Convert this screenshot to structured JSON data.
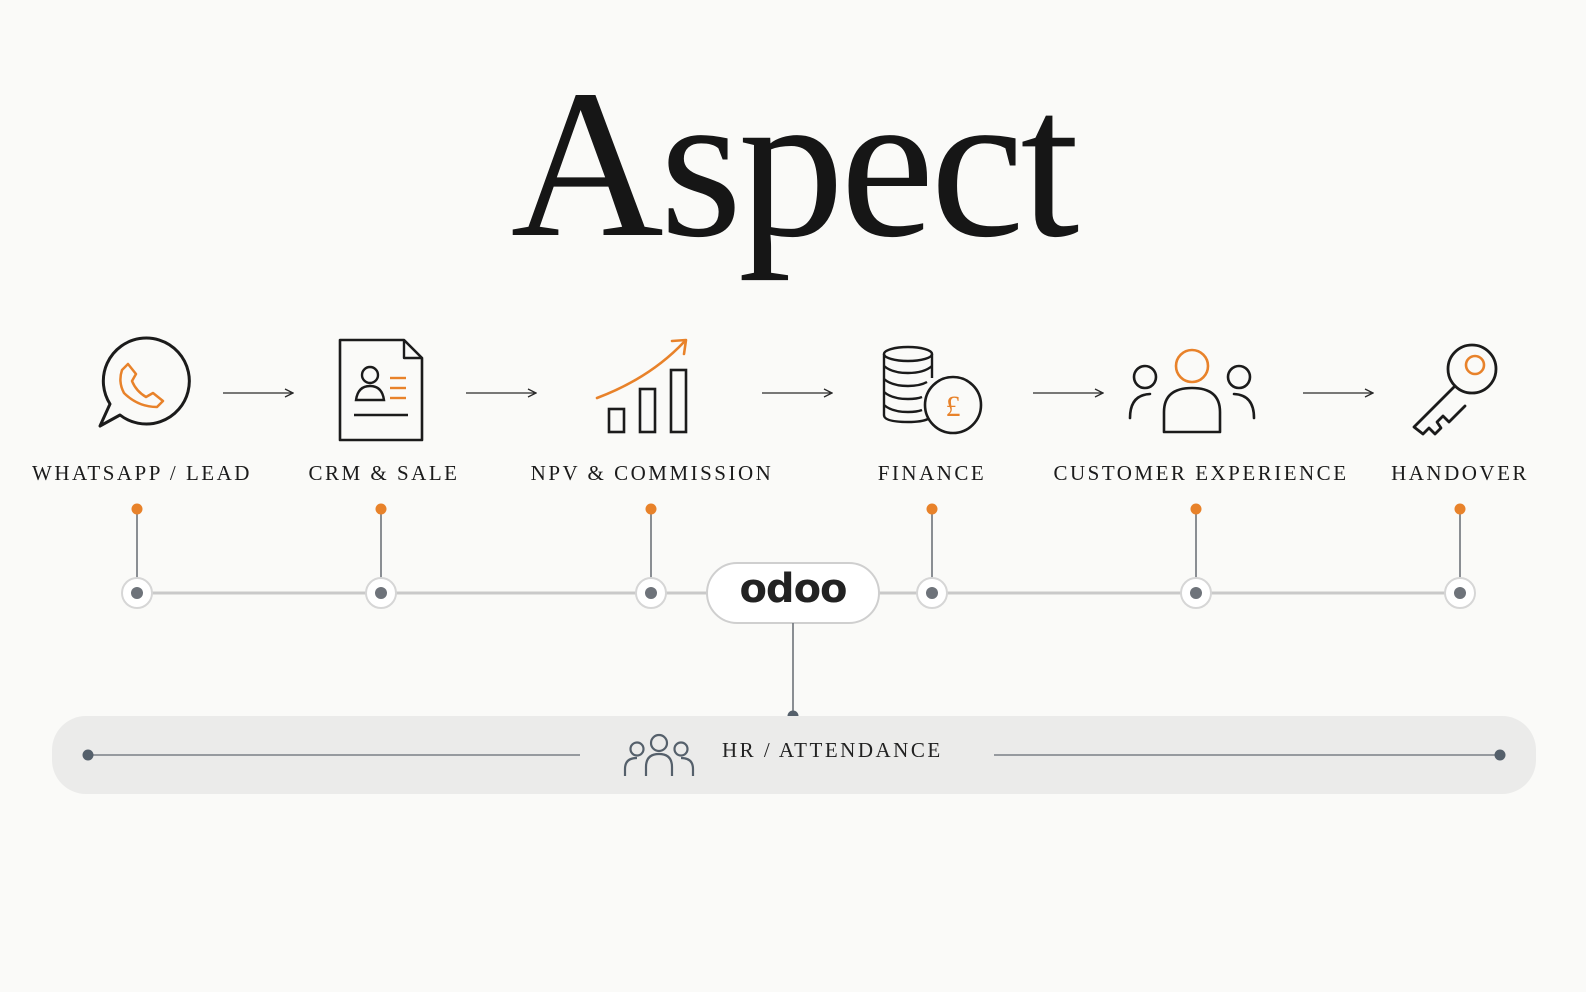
{
  "title": "Aspect",
  "colors": {
    "accent": "#e8822a",
    "ink": "#1b1b1b",
    "node": "#6e737a",
    "line": "#c9c9c9",
    "band": "#ebebea"
  },
  "steps": [
    {
      "label": "WHATSAPP / LEAD",
      "icon": "whatsapp-phone-icon"
    },
    {
      "label": "CRM & SALE",
      "icon": "contact-document-icon"
    },
    {
      "label": "NPV & COMMISSION",
      "icon": "growth-bar-chart-icon"
    },
    {
      "label": "FINANCE",
      "icon": "coins-pound-icon"
    },
    {
      "label": "CUSTOMER EXPERIENCE",
      "icon": "customers-group-icon"
    },
    {
      "label": "HANDOVER",
      "icon": "key-icon"
    }
  ],
  "hub": {
    "label": "odoo"
  },
  "footer": {
    "label": "HR / ATTENDANCE",
    "icon": "team-people-icon"
  }
}
